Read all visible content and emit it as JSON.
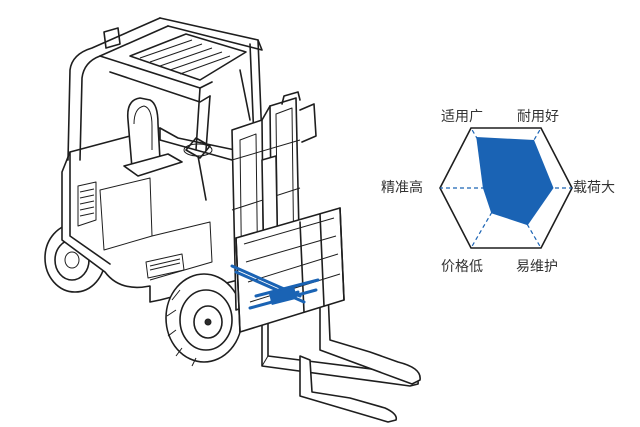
{
  "colors": {
    "accent": "#1a63b4",
    "line": "#1e1e1e",
    "dash": "#1a63b4"
  },
  "radar": {
    "labels": {
      "top_left": "适用广",
      "top_right": "耐用好",
      "right": "载荷大",
      "bottom_right": "易维护",
      "bottom_left": "价格低",
      "left": "精准高"
    },
    "values": {
      "top_left": 0.85,
      "top_right": 0.8,
      "right": 0.72,
      "bottom_right": 0.62,
      "bottom_left": 0.42,
      "left": 0.35
    }
  }
}
